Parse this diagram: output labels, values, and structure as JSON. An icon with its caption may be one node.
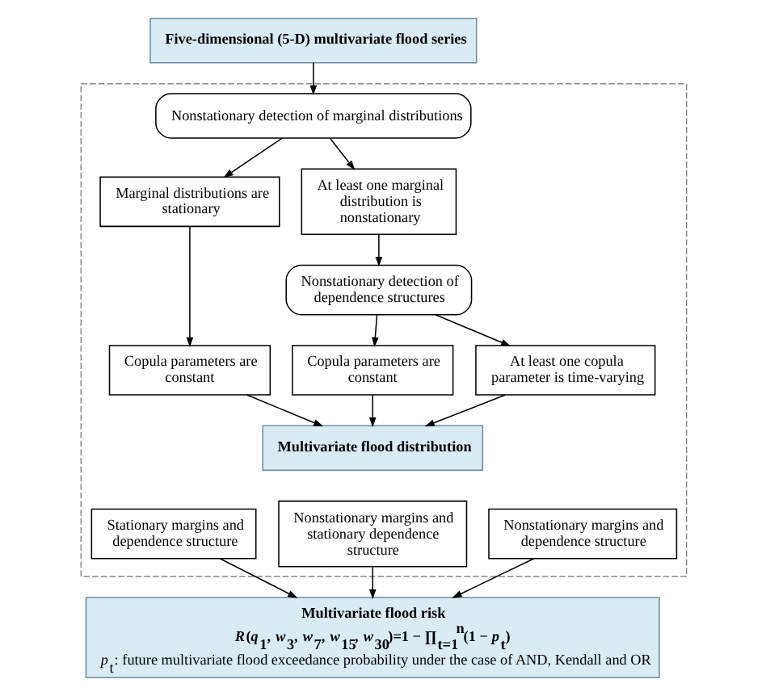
{
  "diagram": {
    "nodes": [
      {
        "text": [
          "Five-dimensional (5-D) multivariate flood series"
        ]
      },
      {
        "text": [],
        "shape": "box"
      },
      {
        "text": [
          "Nonstationary detection of marginal distributions"
        ],
        "in": 1
      },
      {
        "text": [
          "Marginal distributions are stationary"
        ],
        "in": 1
      },
      {
        "text": [
          "At least one marginal distribution is nonstationary"
        ],
        "in": 1
      },
      {
        "text": [
          "Nonstationary detection of dependence structures"
        ],
        "in": 1
      },
      {
        "text": [
          "Copula parameters are constant"
        ],
        "in": 1
      },
      {
        "text": [
          "Copula parameters are constant"
        ],
        "in": 1
      },
      {
        "text": [
          "At least one copula parameter is time-varying"
        ],
        "in": 1
      },
      {
        "text": [
          "Multivariate flood distribution"
        ],
        "in": 1
      },
      {
        "text": [
          "Stationary margins and dependence structure"
        ],
        "in": 1
      },
      {
        "text": [
          "Nonstationary margins and stationary dependence structure"
        ],
        "in": 1
      },
      {
        "text": [
          "Nonstationary margins and dependence structure"
        ],
        "in": 1
      },
      {
        "text": [
          "Multivariate flood risk",
          "*R*(*q*$_{1}$, *w*$_{3}$, *w*$_{7}$, *w*$_{15}$, *w*$_{30}$)=1 − ∏$_{t=1}$$^{n}$(1 − *p*$_{t}$)",
          "*p*$_{t}$: future multivariate flood exceedance probability under the case of AND, Kendall and OR"
        ]
      }
    ],
    "edges": [
      {
        "from": 0,
        "to": 2,
        "arrow": "to"
      },
      {
        "from": 2,
        "to": 3,
        "arrow": "to"
      },
      {
        "from": 2,
        "to": 4,
        "arrow": "to"
      },
      {
        "from": 3,
        "to": 6,
        "arrow": "to"
      },
      {
        "from": 4,
        "to": 5,
        "arrow": "to"
      },
      {
        "from": 5,
        "to": 7,
        "arrow": "to"
      },
      {
        "from": 5,
        "to": 8,
        "arrow": "to"
      },
      {
        "from": 6,
        "to": 9,
        "arrow": "to"
      },
      {
        "from": 7,
        "to": 9,
        "arrow": "to"
      },
      {
        "from": 8,
        "to": 9,
        "arrow": "to"
      },
      {
        "from": 10,
        "to": 13,
        "arrow": "to"
      },
      {
        "from": 11,
        "to": 13,
        "arrow": "to"
      },
      {
        "from": 12,
        "to": 13,
        "arrow": "to"
      }
    ]
  }
}
